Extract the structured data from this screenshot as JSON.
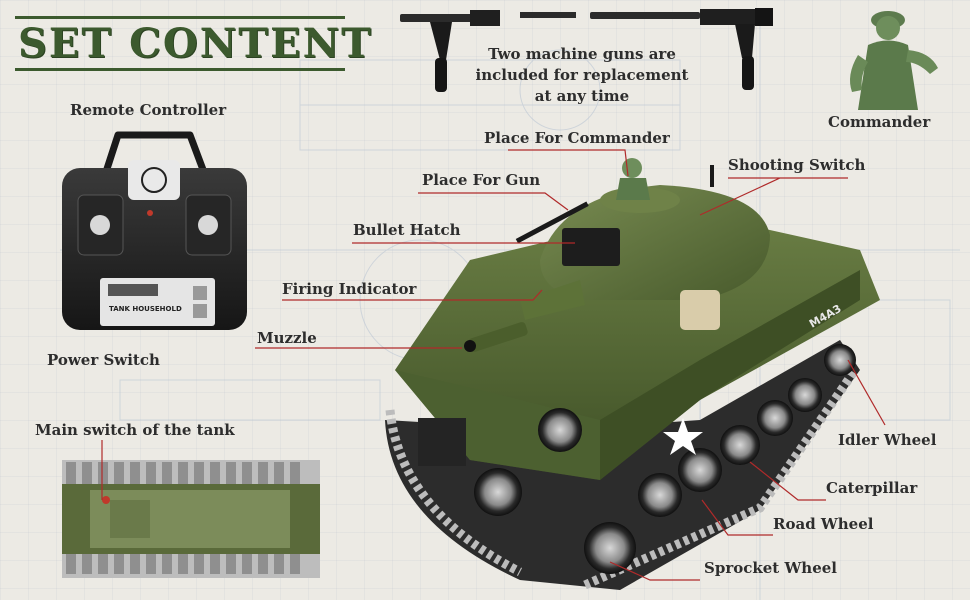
{
  "title": "SET CONTENT",
  "guns_note": {
    "line1": "Two machine guns are",
    "line2": "included for replacement",
    "line3": "at any time"
  },
  "labels": {
    "remote_controller": "Remote Controller",
    "power_switch": "Power Switch",
    "commander": "Commander",
    "place_for_commander": "Place For Commander",
    "place_for_gun": "Place For Gun",
    "shooting_switch": "Shooting Switch",
    "bullet_hatch": "Bullet Hatch",
    "firing_indicator": "Firing Indicator",
    "muzzle": "Muzzle",
    "main_switch": "Main switch of the tank",
    "idler_wheel": "Idler Wheel",
    "caterpillar": "Caterpillar",
    "road_wheel": "Road Wheel",
    "sprocket_wheel": "Sprocket Wheel"
  },
  "controller_text": {
    "brand": "TANK HOUSEHOLD"
  },
  "tank_text": {
    "hull_marking": "M4A3"
  },
  "colors": {
    "title_green": "#3c5a2e",
    "leader_red": "#b02a2a",
    "tank_olive": "#556b35",
    "text": "#2d2d2d"
  }
}
